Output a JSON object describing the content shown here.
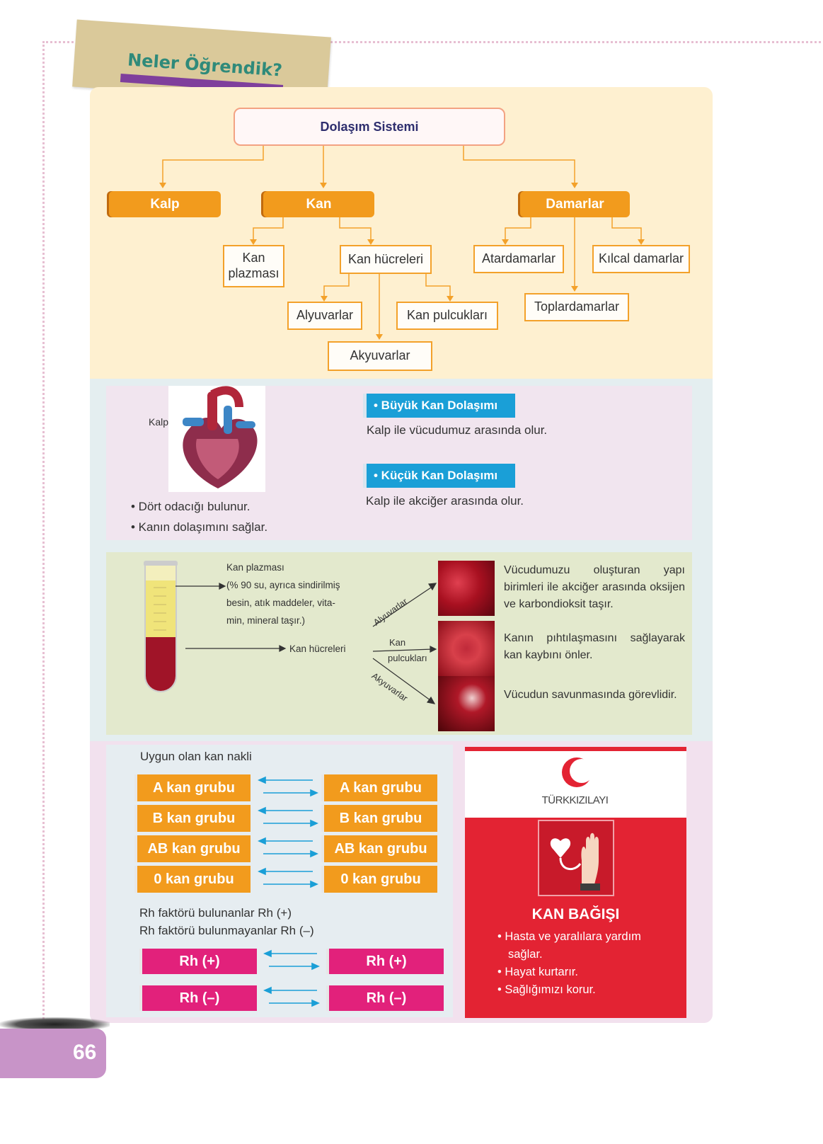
{
  "header": {
    "title": "Neler Öğrendik?"
  },
  "map": {
    "root": "Dolaşım Sistemi",
    "kalp": "Kalp",
    "kan": "Kan",
    "damarlar": "Damarlar",
    "kan_plazmasi": "Kan plazması",
    "kan_hucreleri": "Kan hücreleri",
    "alyuvarlar": "Alyuvarlar",
    "kan_pulcuklari": "Kan pulcukları",
    "akyuvarlar": "Akyuvarlar",
    "atardamarlar": "Atardamarlar",
    "kilcal_damarlar": "Kılcal damarlar",
    "toplardamarlar": "Toplardamarlar"
  },
  "heart_section": {
    "label": "Kalp",
    "bullets": [
      "• Dört odacığı bulunur.",
      "• Kanın dolaşımını sağlar."
    ],
    "big_title": "• Büyük Kan Dolaşımı",
    "big_text": "Kalp ile vücudumuz arasında olur.",
    "small_title": "• Küçük Kan Dolaşımı",
    "small_text": "Kalp ile akciğer arasında olur."
  },
  "blood_section": {
    "plasma_title": "Kan plazması",
    "plasma_desc": [
      "(% 90 su, ayrıca sindirilmiş",
      "besin, atık maddeler, vita-",
      "min, mineral taşır.)"
    ],
    "cells_label": "Kan hücreleri",
    "arrow_alyuvarlar": "Alyuvarlar",
    "arrow_kan": "Kan",
    "arrow_pulcuklari": "pulcukları",
    "arrow_akyuvarlar": "Akyuvarlar",
    "desc1": "Vücudumuzu oluşturan yapı birimleri ile akciğer arasında oksijen ve karbondioksit taşır.",
    "desc2": "Kanın pıhtılaşmasını sağlayarak kan kaybını önler.",
    "desc3": "Vücudun savunmasında görevlidir."
  },
  "transfusion": {
    "title": "Uygun olan kan nakli",
    "left": [
      "A kan grubu",
      "B kan grubu",
      "AB kan grubu",
      "0 kan grubu"
    ],
    "right": [
      "A kan grubu",
      "B kan grubu",
      "AB kan grubu",
      "0 kan grubu"
    ],
    "rh_line1": "Rh faktörü bulunanlar Rh (+)",
    "rh_line2": "Rh faktörü bulunmayanlar Rh (–)",
    "rh_left": [
      "Rh (+)",
      "Rh (–)"
    ],
    "rh_right": [
      "Rh (+)",
      "Rh (–)"
    ]
  },
  "kizilay": {
    "logo_text": "TÜRKKIZILAYI",
    "title": "KAN BAĞIŞI",
    "items": [
      "• Hasta ve yaralılara yardım",
      "sağlar.",
      "• Hayat kurtarır.",
      "• Sağlığımızı korur."
    ]
  },
  "footer": {
    "page_number": "66"
  },
  "colors": {
    "orange": "#f29b1d",
    "blue": "#1a9fd7",
    "magenta": "#e2217b",
    "red": "#e32333",
    "title_green": "#2f8a7a"
  }
}
